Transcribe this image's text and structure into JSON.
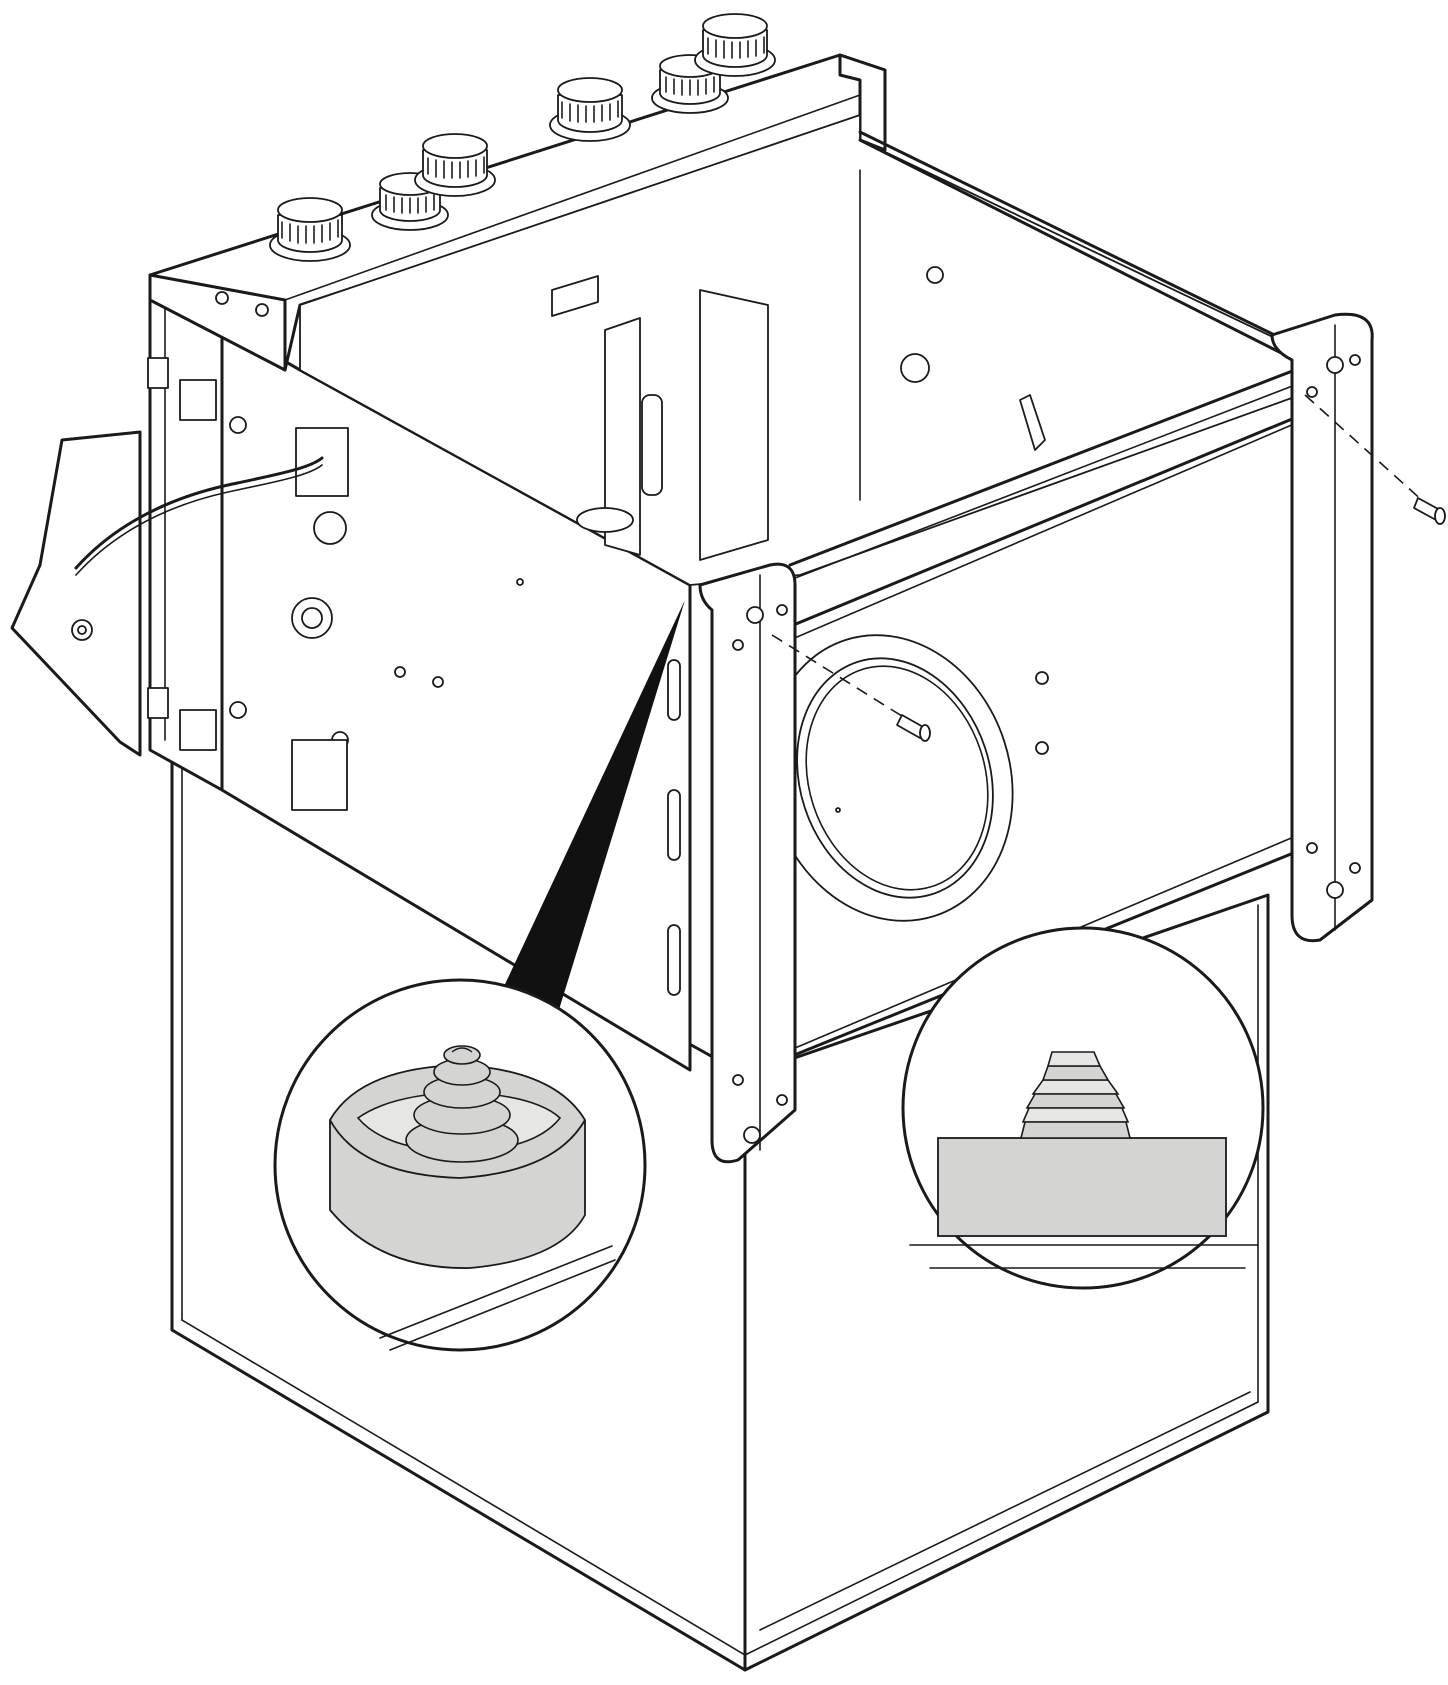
{
  "figure": {
    "colors": {
      "line": "#1a1a1a",
      "paper": "#ffffff",
      "callout_fill": "#d4d4d2",
      "pointer": "#111111"
    },
    "parts": {
      "knobs": [
        "knob-1",
        "knob-2",
        "knob-3",
        "knob-4",
        "knob-5",
        "knob-6"
      ],
      "front_panel": "front-panel-with-circular-opening",
      "corner_brackets": [
        "bracket-top-left",
        "bracket-top-right",
        "bracket-bottom-left",
        "bracket-bottom-right"
      ],
      "screws": [
        "screw-front-center",
        "screw-right-side"
      ],
      "callouts": [
        "callout-screw-seated-in-cup",
        "callout-screw-thread-above-plate"
      ]
    }
  }
}
